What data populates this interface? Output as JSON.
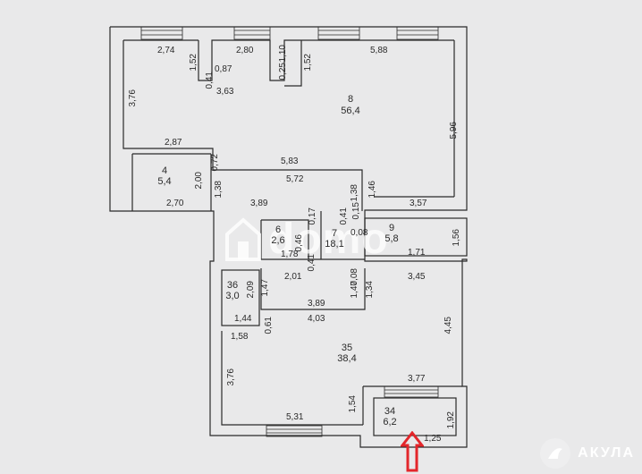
{
  "watermark": {
    "text": "domo"
  },
  "brand": {
    "name": "АКУЛА"
  },
  "colors": {
    "background": "#e9e9ea",
    "lines": "#2a2a2a",
    "arrow": "#e3262b"
  },
  "rooms": [
    {
      "id": "r8",
      "number": "8",
      "area": "56,4"
    },
    {
      "id": "r4",
      "number": "4",
      "area": "5,4"
    },
    {
      "id": "r6",
      "number": "6",
      "area": "2,6"
    },
    {
      "id": "r7",
      "number": "7",
      "area": "18,1"
    },
    {
      "id": "r9",
      "number": "9",
      "area": "5,8"
    },
    {
      "id": "r36",
      "number": "36",
      "area": "3,0"
    },
    {
      "id": "r35",
      "number": "35",
      "area": "38,4"
    },
    {
      "id": "r34",
      "number": "34",
      "area": "6,2"
    }
  ],
  "dimensions": {
    "d2_74": "2,74",
    "d1_52a": "1,52",
    "d0_87": "0,87",
    "d2_80": "2,80",
    "d0_41a": "0,41",
    "d1_10": "1,10",
    "d0_25": "0,25",
    "d1_52b": "1,52",
    "d5_88": "5,88",
    "d3_76": "3,76",
    "d3_63": "3,63",
    "d5_96": "5,96",
    "d2_87": "2,87",
    "d0_72": "0,72",
    "d5_83": "5,83",
    "d2_00": "2,00",
    "d5_72": "5,72",
    "d1_38a": "1,38",
    "d1_38b": "1,38",
    "d1_46": "1,46",
    "d2_70": "2,70",
    "d3_89a": "3,89",
    "d0_41b": "0,41",
    "d0_15": "0,15",
    "d3_57": "3,57",
    "d0_17": "0,17",
    "d0_08a": "0,08",
    "d1_56": "1,56",
    "d1_78": "1,78",
    "d0_46": "0,46",
    "d1_71": "1,71",
    "d0_41c": "0,41",
    "d0_08b": "0,08",
    "d2_09": "2,09",
    "d1_47a": "1,47",
    "d2_01": "2,01",
    "d1_47b": "1,47",
    "d1_34": "1,34",
    "d3_45": "3,45",
    "d3_89b": "3,89",
    "d1_44": "1,44",
    "d0_61": "0,61",
    "d4_03": "4,03",
    "d4_45": "4,45",
    "d1_58": "1,58",
    "d3_76b": "3,76",
    "d3_77": "3,77",
    "d1_54": "1,54",
    "d5_31": "5,31",
    "d1_92": "1,92",
    "d1_25": "1,25"
  }
}
